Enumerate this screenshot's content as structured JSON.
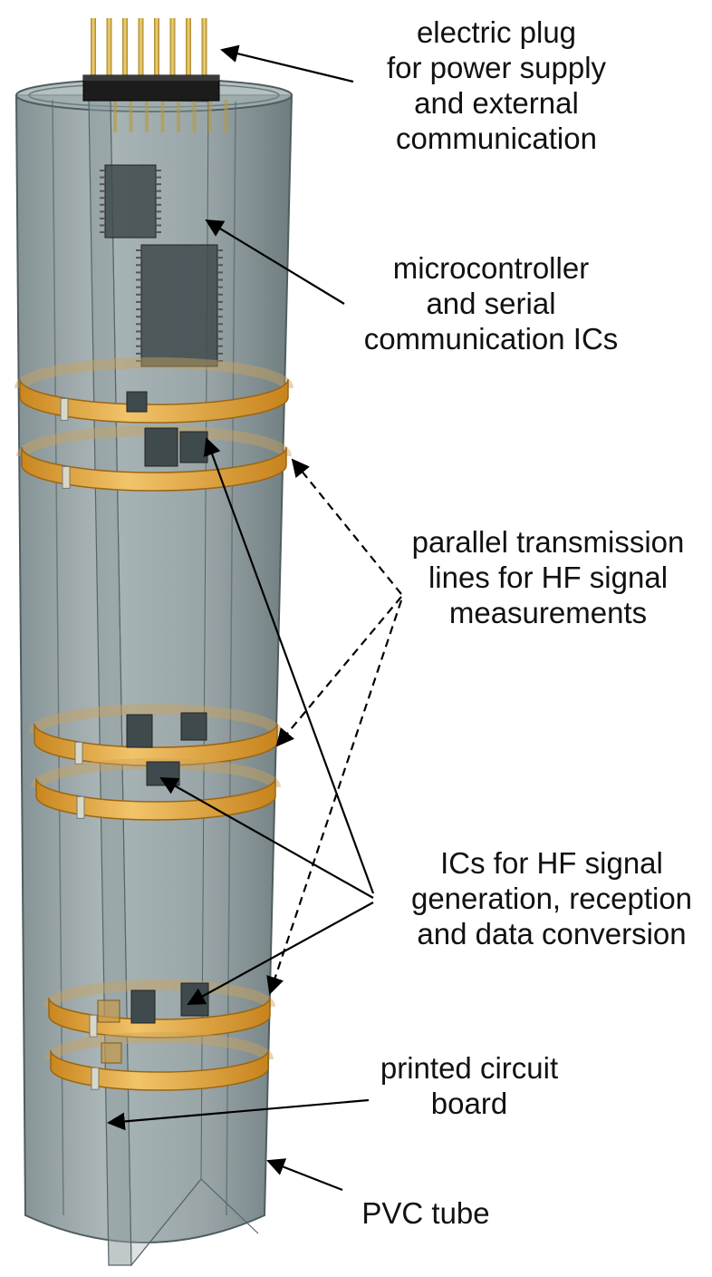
{
  "labels": {
    "plug": [
      "electric plug",
      "for power supply",
      "and external",
      "communication"
    ],
    "micro": [
      "microcontroller",
      "and serial",
      "communication ICs"
    ],
    "lines": [
      "parallel transmission",
      "lines for HF signal",
      "measurements"
    ],
    "ics": [
      "ICs for HF signal",
      "generation, reception",
      "and data conversion"
    ],
    "pcb": [
      "printed circuit",
      "board"
    ],
    "tube": [
      "PVC tube"
    ]
  },
  "colors": {
    "tube_fill": "#7f8f92",
    "tube_edge": "#4f5d60",
    "copper": "#e0a33a",
    "copper_dark": "#9a6614",
    "chip": "#3f4a4d",
    "pin_gold": "#d9b24a",
    "plug_body": "#1c1c1c",
    "arrow": "#000000"
  }
}
